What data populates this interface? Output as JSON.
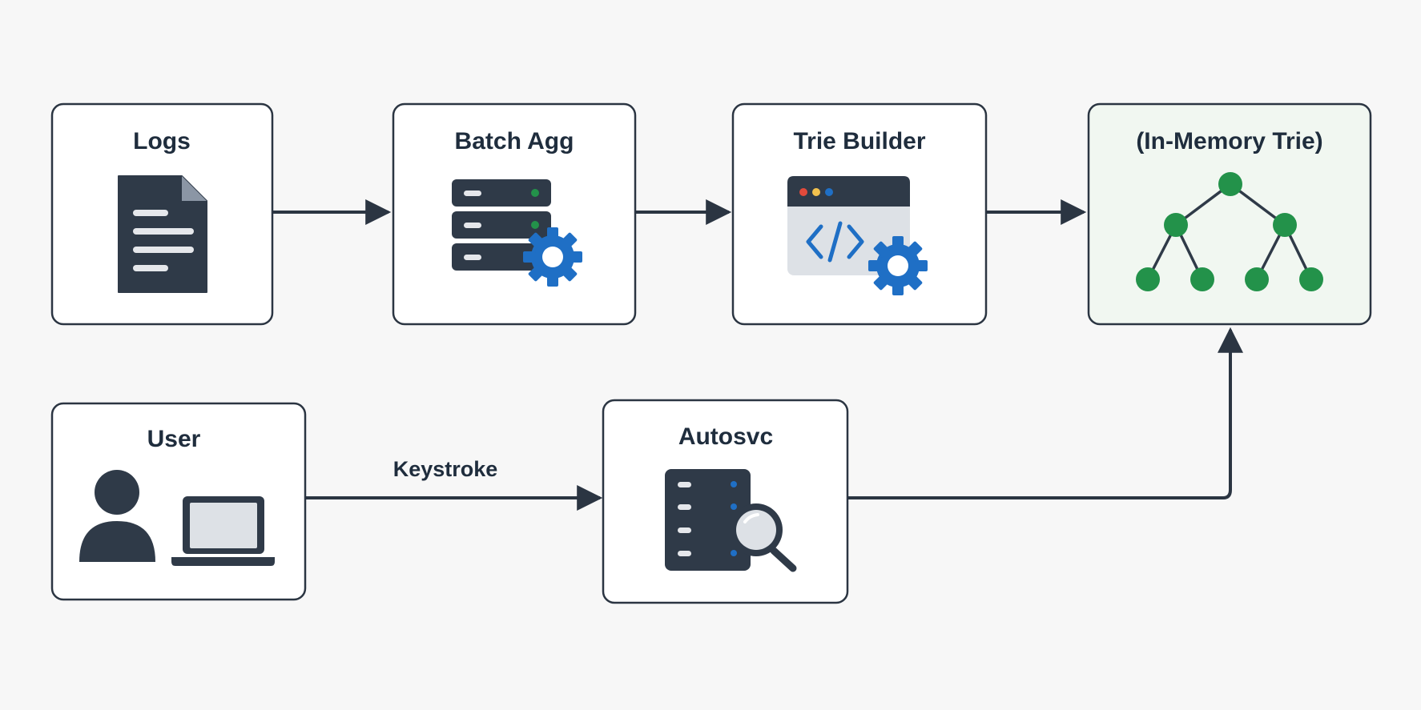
{
  "nodes": {
    "logs": {
      "title": "Logs",
      "icon": "document-icon"
    },
    "batch_agg": {
      "title": "Batch Agg",
      "icon": "server-gear-icon"
    },
    "trie_builder": {
      "title": "Trie Builder",
      "icon": "code-window-gear-icon"
    },
    "in_memory_trie": {
      "title": "(In-Memory Trie)",
      "icon": "tree-icon"
    },
    "user": {
      "title": "User",
      "icon": "person-laptop-icon"
    },
    "autosvc": {
      "title": "Autosvc",
      "icon": "server-search-icon"
    }
  },
  "edges": {
    "keystroke_label": "Keystroke"
  },
  "colors": {
    "dark": "#2f3a48",
    "blue": "#1f6fc5",
    "green": "#23924a",
    "trie_box_fill": "#f1f7f1",
    "box_fill": "#ffffff",
    "box_stroke": "#2b3542"
  }
}
